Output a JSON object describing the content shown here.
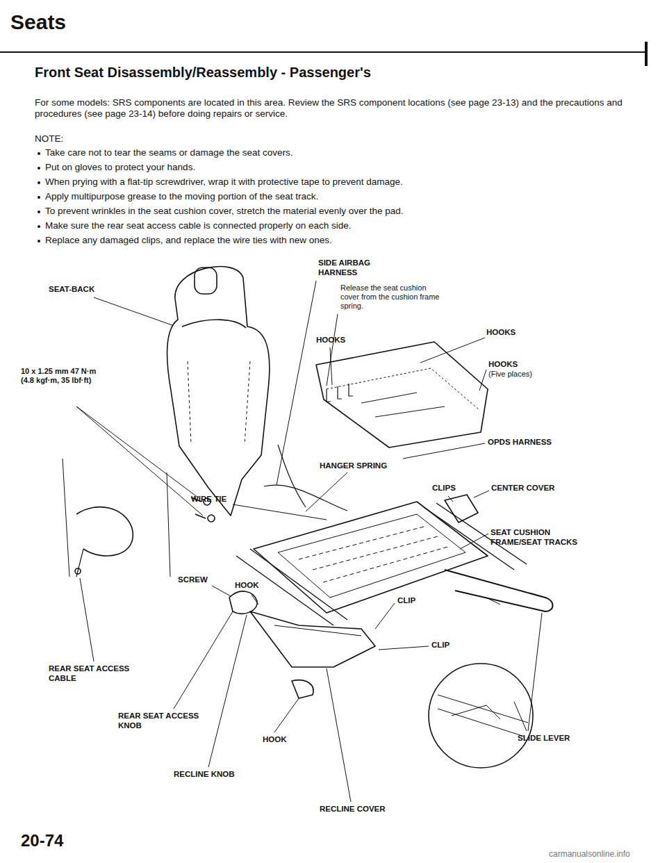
{
  "diagram": {
    "title": "Seats",
    "labels": [
      "Front Seat Disassembly/Reassembly - Passenger's",
      "For some models: SRS components are located in this area. Review the SRS component locations (see page 23-13) and the precautions and procedures (see page 23-14) before doing repairs or service.",
      "NOTE:",
      "Take care not to tear the seams or damage the seat covers.",
      "Put on gloves to protect your hands.",
      "When prying with a flat-tip screwdriver, wrap it with protective tape to prevent damage.",
      "Apply multipurpose grease to the moving portion of the seat track.",
      "To prevent wrinkles in the seat cushion cover, stretch the material evenly over the pad.",
      "Make sure the rear seat access cable is connected properly on each side.",
      "Replace any damaged clips, and replace the wire ties with new ones.",
      "SEAT-BACK",
      "SIDE AIRBAG HARNESS",
      "Release the seat cushion cover from the cushion frame spring.",
      "HOOKS",
      "HOOKS",
      "HOOKS",
      "(Five places)",
      "10 x 1.25 mm 47 N·m (4.8 kgf·m, 35 lbf·ft)",
      "OPDS HARNESS",
      "HANGER SPRING",
      "CLIPS",
      "CENTER COVER",
      "WIRE TIE",
      "SEAT CUSHION FRAME/SEAT TRACKS",
      "SCREW",
      "HOOK",
      "CLIP",
      "CLIP",
      "REAR SEAT ACCESS CABLE",
      "REAR SEAT ACCESS KNOB",
      "HOOK",
      "SLIDE LEVER",
      "RECLINE KNOB",
      "RECLINE COVER",
      "20-74",
      "carmanualsonline.info"
    ]
  }
}
